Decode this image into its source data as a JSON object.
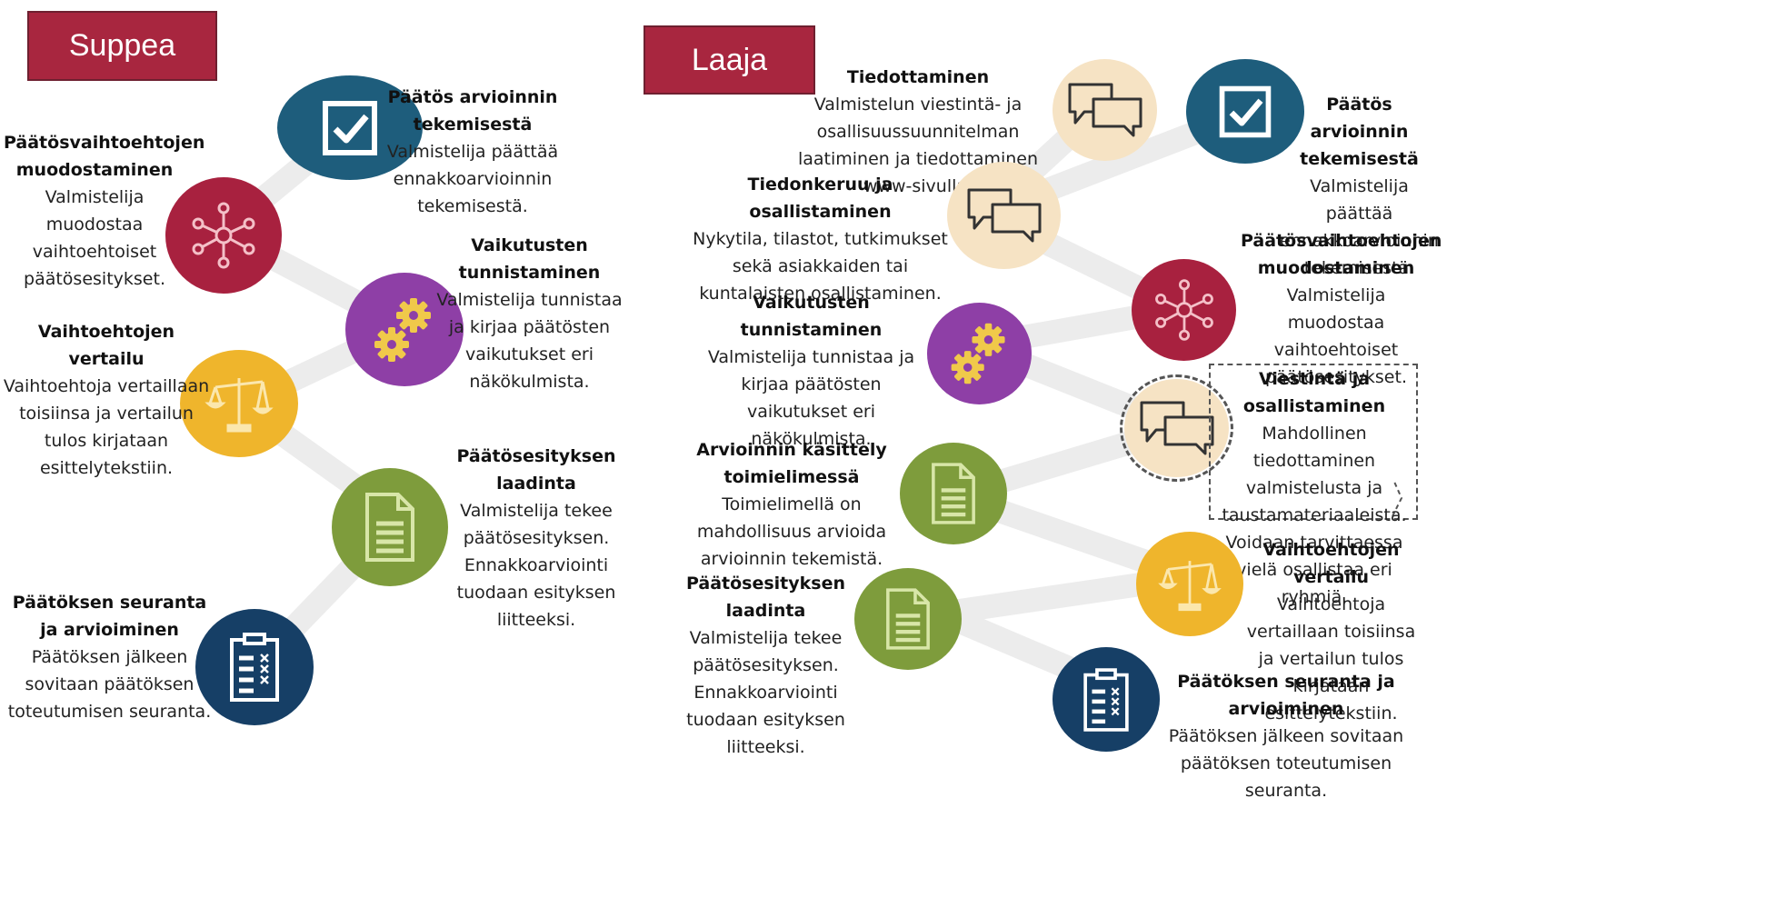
{
  "colors": {
    "banner": "#a8263f",
    "teal": "#1e5d7c",
    "crimson": "#a8213f",
    "purple": "#8e3fa6",
    "yellow": "#efb52c",
    "green": "#7e9c3c",
    "navy": "#163f66",
    "beige": "#f6e3c4",
    "connector": "#ececec"
  },
  "left": {
    "banner": "Suppea",
    "steps": [
      {
        "icon": "checkbox-icon",
        "title": "Päätös arvioinnin tekemisestä",
        "body": "Valmistelija päättää ennakkoarvioinnin tekemisestä."
      },
      {
        "icon": "network-icon",
        "title": "Päätösvaihtoehtojen muodostaminen",
        "body": "Valmistelija muodostaa vaihtoehtoiset päätösesitykset."
      },
      {
        "icon": "gears-icon",
        "title": "Vaikutusten tunnistaminen",
        "body": "Valmistelija tunnistaa ja kirjaa päätösten vaikutukset eri näkökulmista."
      },
      {
        "icon": "scales-icon",
        "title": "Vaihtoehtojen vertailu",
        "body": "Vaihtoehtoja vertaillaan toisiinsa ja vertailun tulos kirjataan esittelytekstiin."
      },
      {
        "icon": "document-icon",
        "title": "Päätösesityksen laadinta",
        "body": "Valmistelija tekee päätösesityksen. Ennakkoarviointi tuodaan esityksen liitteeksi."
      },
      {
        "icon": "clipboard-icon",
        "title": "Päätöksen seuranta ja arvioiminen",
        "body": "Päätöksen jälkeen sovitaan päätöksen toteutumisen seuranta."
      }
    ]
  },
  "right": {
    "banner": "Laaja",
    "steps": [
      {
        "icon": "speech-bubbles-icon",
        "title": "Tiedottaminen",
        "body": "Valmistelun viestintä- ja osallisuussuunnitelman laatiminen ja tiedottaminen www-sivulla."
      },
      {
        "icon": "checkbox-icon",
        "title": "Päätös arvioinnin tekemisestä",
        "body": "Valmistelija päättää ennakkoarvioinnin tekemisestä."
      },
      {
        "icon": "speech-bubbles-icon",
        "title": "Tiedonkeruu ja osallistaminen",
        "body": "Nykytila, tilastot, tutkimukset sekä asiakkaiden tai kuntalaisten osallistaminen."
      },
      {
        "icon": "network-icon",
        "title": "Päätösvaihtoehtojen muodostaminen",
        "body": "Valmistelija muodostaa vaihtoehtoiset päätösesitykset."
      },
      {
        "icon": "gears-icon",
        "title": "Vaikutusten tunnistaminen",
        "body": "Valmistelija tunnistaa ja kirjaa päätösten vaikutukset eri näkökulmista."
      },
      {
        "icon": "speech-bubbles-icon",
        "title": "Viestintä ja osallistaminen",
        "body": "Mahdollinen tiedottaminen valmistelusta ja taustamateriaaleista. Voidaan tarvittaessa vielä osallistaa eri ryhmiä."
      },
      {
        "icon": "document-icon",
        "title": "Arvioinnin käsittely toimielimessä",
        "body": "Toimielimellä on mahdollisuus arvioida arvioinnin tekemistä."
      },
      {
        "icon": "scales-icon",
        "title": "Vaihtoehtojen vertailu",
        "body": "Vaihtoehtoja vertaillaan toisiinsa ja vertailun tulos kirjataan esittelytekstiin."
      },
      {
        "icon": "document-icon",
        "title": "Päätösesityksen laadinta",
        "body": "Valmistelija tekee päätösesityksen. Ennakkoarviointi tuodaan esityksen liitteeksi."
      },
      {
        "icon": "clipboard-icon",
        "title": "Päätöksen seuranta ja arvioiminen",
        "body": "Päätöksen jälkeen sovitaan päätöksen toteutumisen seuranta."
      }
    ]
  }
}
